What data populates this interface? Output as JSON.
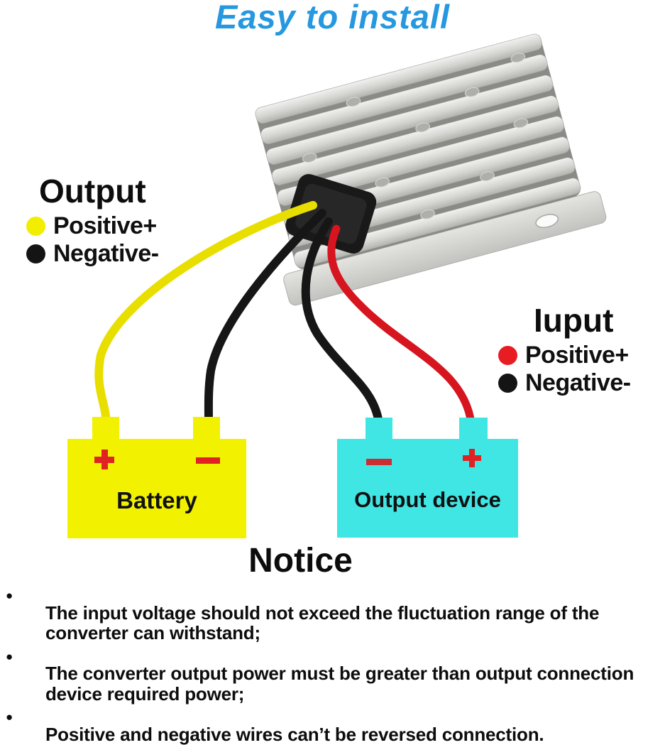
{
  "title": {
    "text": "Easy to install",
    "color": "#2598e0"
  },
  "device": {
    "description": "DC voltage converter with finned aluminum heatsink and black wire connector",
    "body_color": "#d6d6d3",
    "connector_color": "#191919",
    "wires": [
      {
        "name": "yellow-wire",
        "color": "#e8df00",
        "connects_to": "Battery +"
      },
      {
        "name": "black-wire-battery",
        "color": "#161616",
        "connects_to": "Battery -"
      },
      {
        "name": "black-wire-output",
        "color": "#161616",
        "connects_to": "Output device -"
      },
      {
        "name": "red-wire",
        "color": "#d6151f",
        "connects_to": "Output device +"
      }
    ]
  },
  "output_legend": {
    "heading": "Output",
    "items": [
      {
        "icon": "yellow-dot",
        "color": "#f2ee00",
        "label": "Positive+"
      },
      {
        "icon": "black-dot",
        "color": "#141414",
        "label": "Negative-"
      }
    ]
  },
  "input_legend": {
    "heading": "Iuput",
    "items": [
      {
        "icon": "red-dot",
        "color": "#e81c23",
        "label": "Positive+"
      },
      {
        "icon": "black-dot",
        "color": "#141414",
        "label": "Negative-"
      }
    ]
  },
  "battery": {
    "label": "Battery",
    "fill": "#f2f200",
    "left_terminal_sign": "+",
    "right_terminal_sign": "−",
    "sign_color": "#e02222"
  },
  "output_device": {
    "label": "Output device",
    "fill": "#3fe6e4",
    "left_terminal_sign": "−",
    "right_terminal_sign": "+",
    "sign_color": "#e02222"
  },
  "notice": {
    "heading": "Notice",
    "bullet": "●",
    "items": [
      "The input voltage should not exceed the fluctuation range of the\nconverter can withstand;",
      "The converter output power must be greater than output connection\ndevice required power;",
      "Positive and negative wires can’t be reversed connection."
    ]
  }
}
